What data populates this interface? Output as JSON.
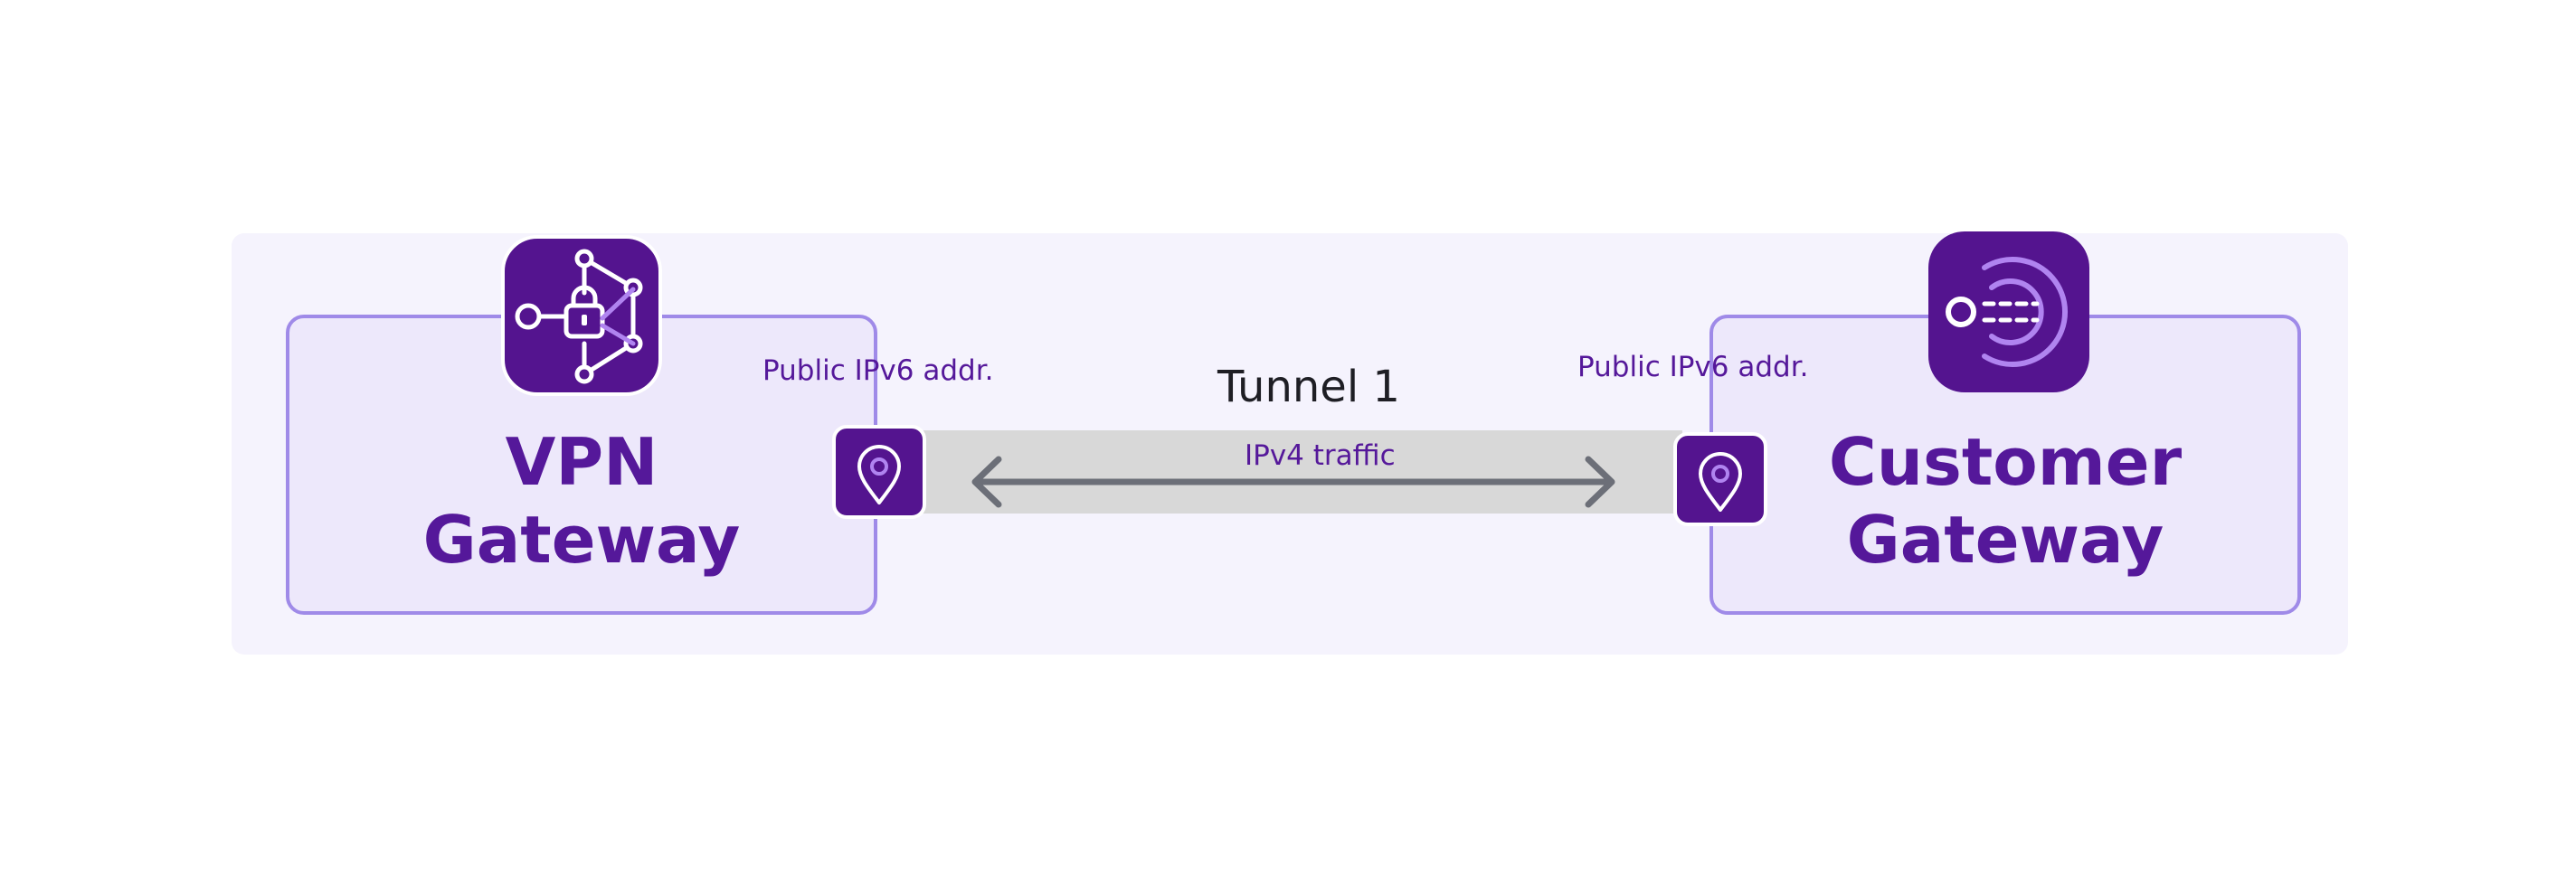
{
  "colors": {
    "brand_purple": "#54148f",
    "label_purple": "#55189a",
    "box_border": "#9f8ae8",
    "box_fill": "#ede8fb",
    "panel_fill": "#f5f3fd",
    "tunnel_fill": "#d8d8d8",
    "arrow_gray": "#6c6f78"
  },
  "vpn_gateway": {
    "label_line1": "VPN",
    "label_line2": "Gateway",
    "icon": "vpn-lock-network-icon",
    "address_label": "Public IPv6 addr.",
    "endpoint_icon": "location-pin-icon"
  },
  "customer_gateway": {
    "label_line1": "Customer",
    "label_line2": "Gateway",
    "icon": "customer-gateway-icon",
    "address_label": "Public IPv6 addr.",
    "endpoint_icon": "location-pin-icon"
  },
  "tunnel": {
    "title": "Tunnel 1",
    "traffic_label": "IPv4 traffic",
    "arrow_icon": "bidirectional-arrow-icon"
  }
}
